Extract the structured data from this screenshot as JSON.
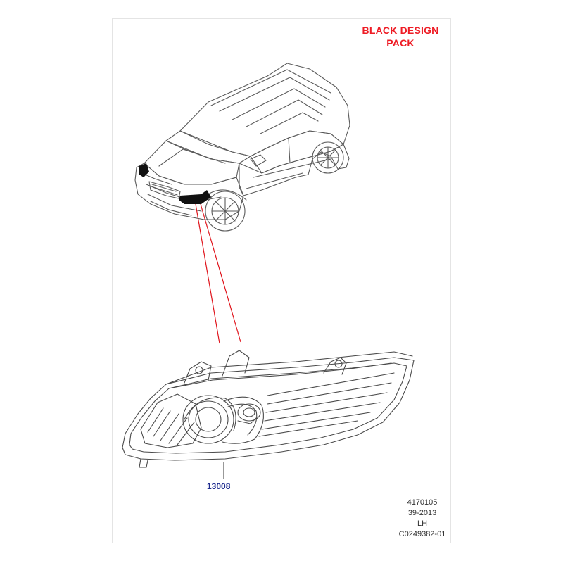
{
  "title": {
    "line1": "BLACK DESIGN",
    "line2": "PACK"
  },
  "callout": {
    "part_number": "13008"
  },
  "document_info": {
    "illustration_id": "4170105",
    "date_code": "39-2013",
    "side": "LH",
    "reference": "C0249382-01"
  },
  "colors": {
    "title_red": "#ee1c25",
    "leader_red": "#e0141c",
    "part_number_blue": "#1f2c8f",
    "line_art": "#555555",
    "highlight_black": "#111111"
  }
}
